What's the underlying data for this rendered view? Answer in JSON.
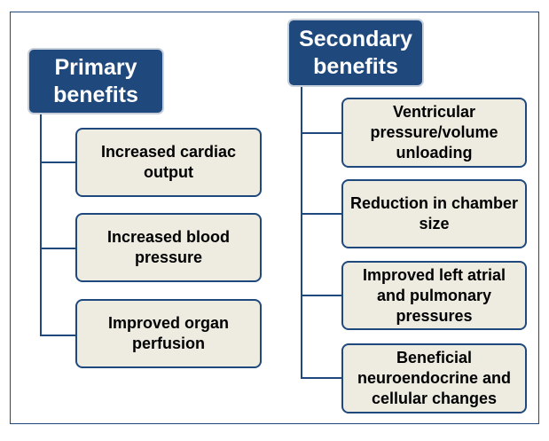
{
  "primary": {
    "title": "Primary benefits",
    "items": [
      "Increased cardiac output",
      "Increased blood pressure",
      "Improved organ perfusion"
    ]
  },
  "secondary": {
    "title": "Secondary benefits",
    "items": [
      "Ventricular pressure/volume unloading",
      "Reduction in chamber size",
      "Improved left atrial and pulmonary pressures",
      "Beneficial neuroendocrine and cellular changes"
    ]
  },
  "colors": {
    "header": "#1f497d",
    "box_fill": "#eeece1"
  }
}
